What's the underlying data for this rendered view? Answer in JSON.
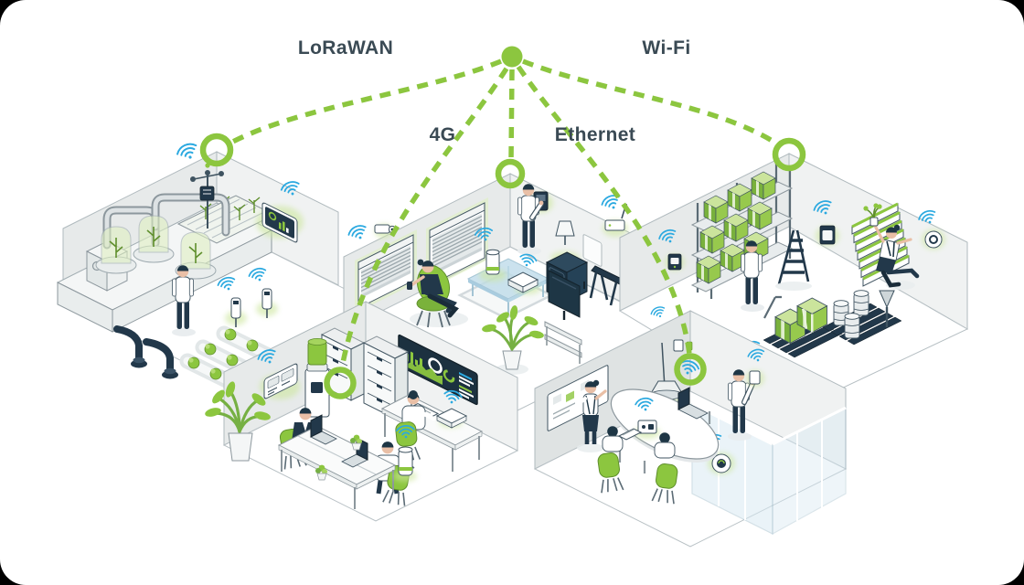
{
  "figure": {
    "description": "Isometric illustration of IoT connectivity from one gateway hub to five environments",
    "hub": {
      "icon": "gateway-hub-dot",
      "color": "#8CC63F"
    },
    "connectivity_labels": {
      "lorawan": "LoRaWAN",
      "cellular": "4G",
      "ethernet": "Ethernet",
      "wifi": "Wi-Fi"
    },
    "node_icon": "green-ring-node",
    "signal_icon": "wifi-signal-arcs",
    "environments": [
      {
        "id": "greenhouse",
        "label": "smart greenhouse"
      },
      {
        "id": "living-room",
        "label": "smart home living room"
      },
      {
        "id": "warehouse",
        "label": "warehouse"
      },
      {
        "id": "office",
        "label": "office"
      },
      {
        "id": "meeting-room",
        "label": "meeting room"
      }
    ],
    "colors": {
      "accent_green": "#8CC63F",
      "wifi_blue": "#2BA9E0",
      "ink": "#3F5360",
      "dark_navy": "#22384A",
      "label_text": "#3A4A54",
      "wall_grey": "#E7EAEA",
      "glow_green": "#CDE79F"
    }
  }
}
